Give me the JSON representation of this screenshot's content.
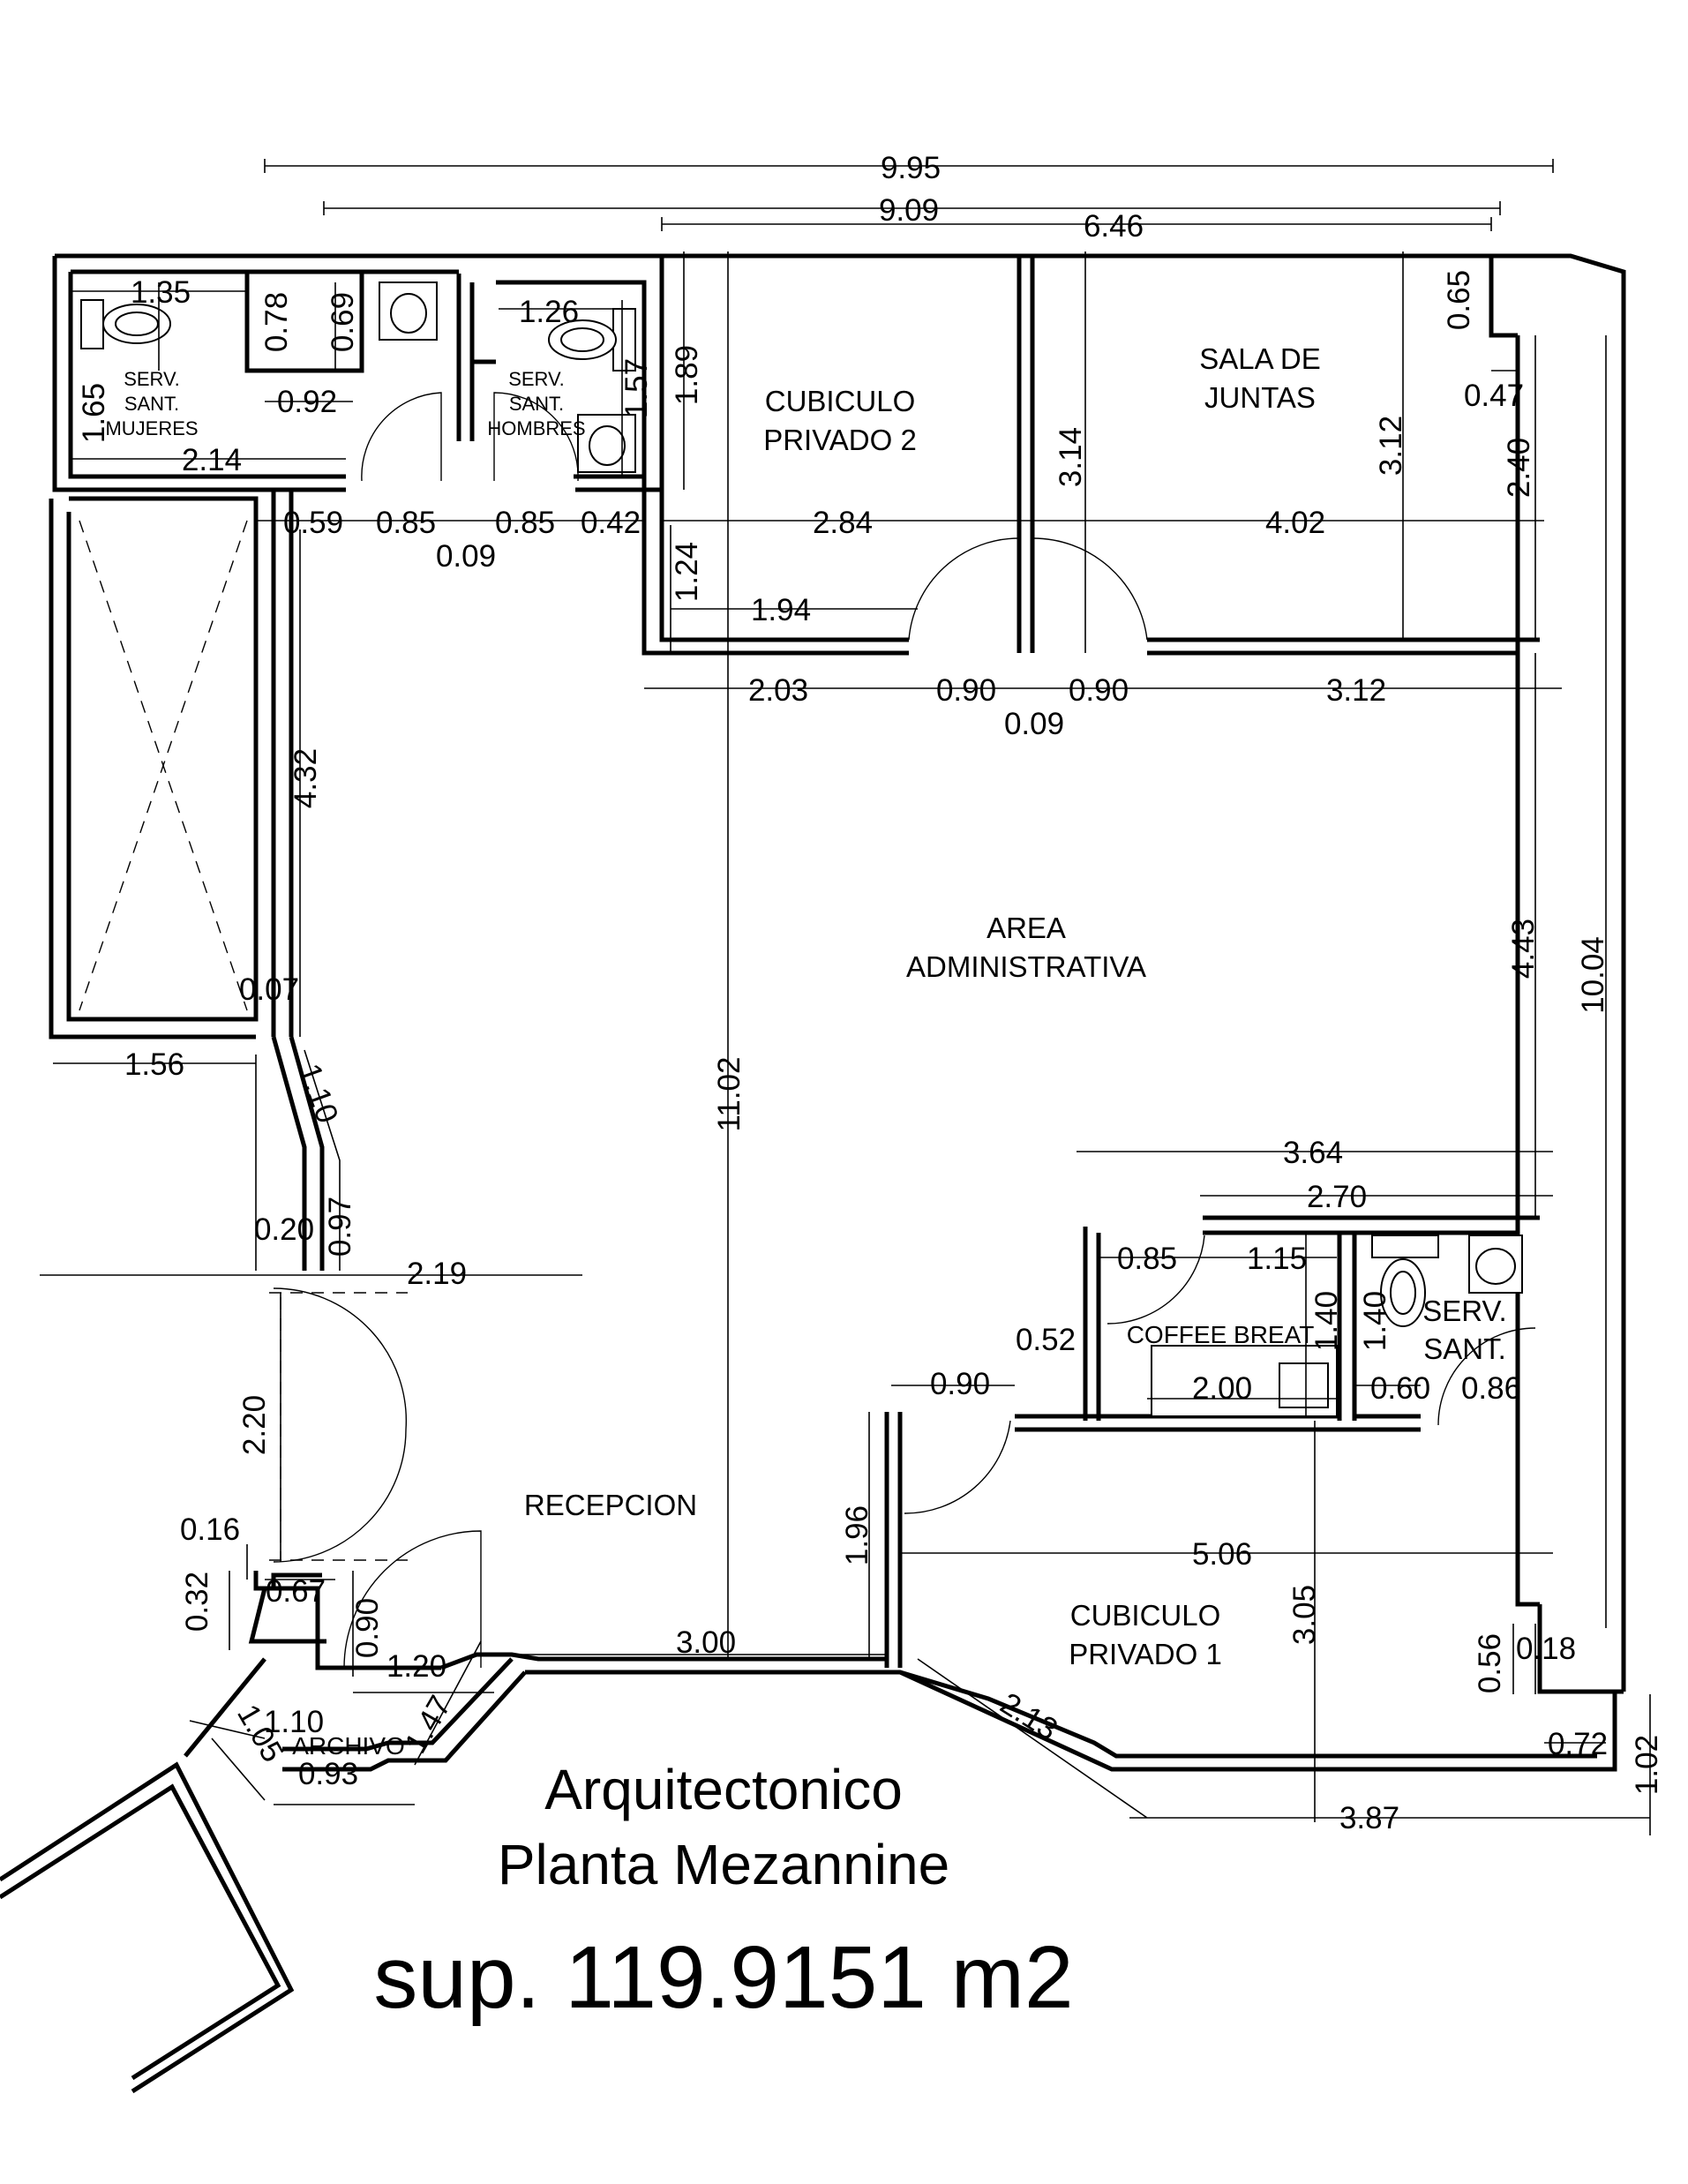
{
  "title": {
    "line1": "Arquitectonico",
    "line2": "Planta Mezannine",
    "line3": "sup. 119.9151 m2"
  },
  "rooms": {
    "serv_mujeres": [
      "SERV.",
      "SANT.",
      "MUJERES"
    ],
    "serv_hombres": [
      "SERV.",
      "SANT.",
      "HOMBRES"
    ],
    "cubiculo2": [
      "CUBICULO",
      "PRIVADO 2"
    ],
    "sala": [
      "SALA DE",
      "JUNTAS"
    ],
    "admin": [
      "AREA",
      "ADMINISTRATIVA"
    ],
    "coffee": "COFFEE BREAT",
    "serv_sant": [
      "SERV.",
      "SANT."
    ],
    "recepcion": "RECEPCION",
    "cubiculo1": [
      "CUBICULO",
      "PRIVADO 1"
    ],
    "archivo": "ARCHIVO"
  },
  "dims": {
    "d995": "9.95",
    "d909": "9.09",
    "d646": "6.46",
    "d135": "1.35",
    "d078": "0.78",
    "d069": "0.69",
    "d126": "1.26",
    "d189": "1.89",
    "d065": "0.65",
    "d165": "1.65",
    "d092": "0.92",
    "d157": "1.57",
    "d047": "0.47",
    "d214": "2.14",
    "d314": "3.14",
    "d312a": "3.12",
    "d240": "2.40",
    "d059": "0.59",
    "d085a": "0.85",
    "d085b": "0.85",
    "d042": "0.42",
    "d009a": "0.09",
    "d284": "2.84",
    "d402": "4.02",
    "d124": "1.24",
    "d194": "1.94",
    "d203": "2.03",
    "d090a": "0.90",
    "d090b": "0.90",
    "d312b": "3.12",
    "d009b": "0.09",
    "d432": "4.32",
    "d443": "4.43",
    "d1004": "10.04",
    "d007": "0.07",
    "d156": "1.56",
    "d110a": "1.10",
    "d1102": "11.02",
    "d364": "3.64",
    "d270": "2.70",
    "d020": "0.20",
    "d097": "0.97",
    "d219": "2.19",
    "d085c": "0.85",
    "d115": "1.15",
    "d140a": "1.40",
    "d140b": "1.40",
    "d052": "0.52",
    "d090c": "0.90",
    "d200": "2.00",
    "d060": "0.60",
    "d086": "0.86",
    "d220": "2.20",
    "d196": "1.96",
    "d506": "5.06",
    "d016": "0.16",
    "d032": "0.32",
    "d067": "0.67",
    "d090d": "0.90",
    "d120": "1.20",
    "d300": "3.00",
    "d305": "3.05",
    "d056": "0.56",
    "d018": "0.18",
    "d110b": "1.10",
    "d147": "1.47",
    "d213": "2.13",
    "d072": "0.72",
    "d105": "1.05",
    "d093": "0.93",
    "d387": "3.87",
    "d102": "1.02"
  }
}
